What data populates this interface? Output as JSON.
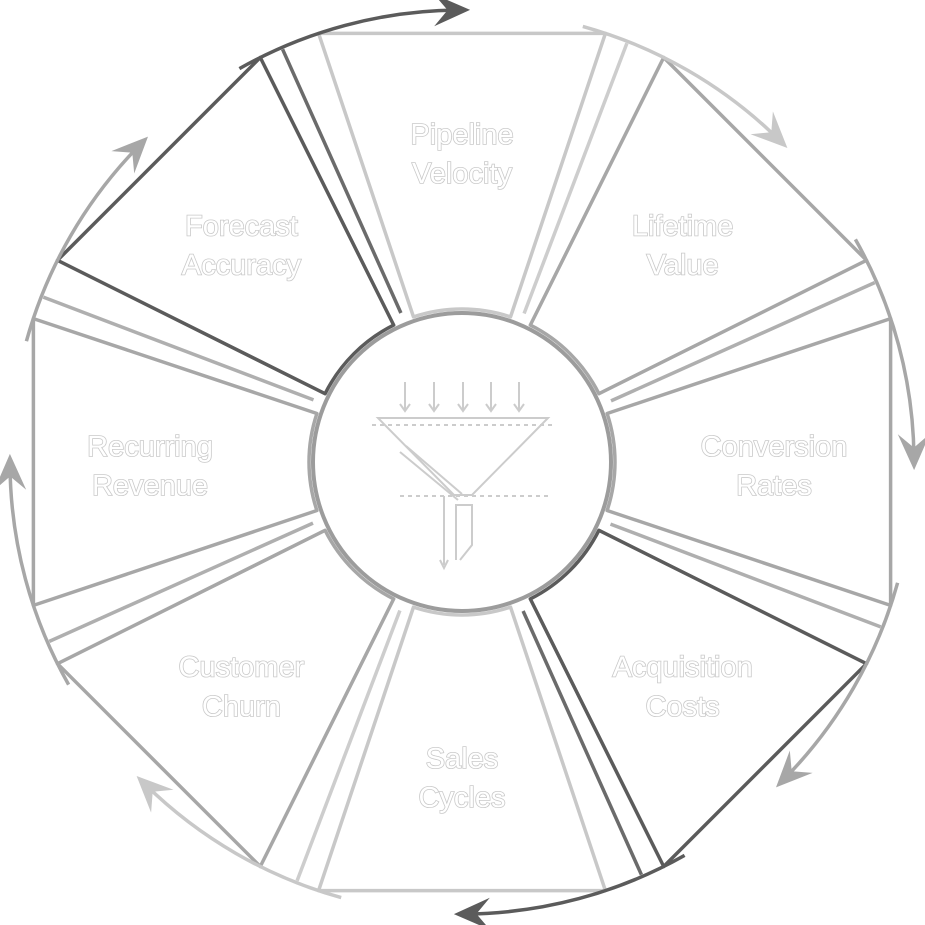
{
  "diagram": {
    "center_icon": "funnel-icon",
    "segments": [
      {
        "id": "pipeline-velocity",
        "lines": [
          "Pipeline",
          "Velocity"
        ],
        "outline_color": "#c8c8c8"
      },
      {
        "id": "lifetime-value",
        "lines": [
          "Lifetime",
          "Value"
        ],
        "outline_color": "#a7a7a7"
      },
      {
        "id": "conversion-rates",
        "lines": [
          "Conversion",
          "Rates"
        ],
        "outline_color": "#a7a7a7"
      },
      {
        "id": "acquisition-costs",
        "lines": [
          "Acquisition",
          "Costs"
        ],
        "outline_color": "#5b5b5b"
      },
      {
        "id": "sales-cycles",
        "lines": [
          "Sales",
          "Cycles"
        ],
        "outline_color": "#c8c8c8"
      },
      {
        "id": "customer-churn",
        "lines": [
          "Customer",
          "Churn"
        ],
        "outline_color": "#a7a7a7"
      },
      {
        "id": "recurring-revenue",
        "lines": [
          "Recurring",
          "Revenue"
        ],
        "outline_color": "#a7a7a7"
      },
      {
        "id": "forecast-accuracy",
        "lines": [
          "Forecast",
          "Accuracy"
        ],
        "outline_color": "#5b5b5b"
      }
    ]
  }
}
